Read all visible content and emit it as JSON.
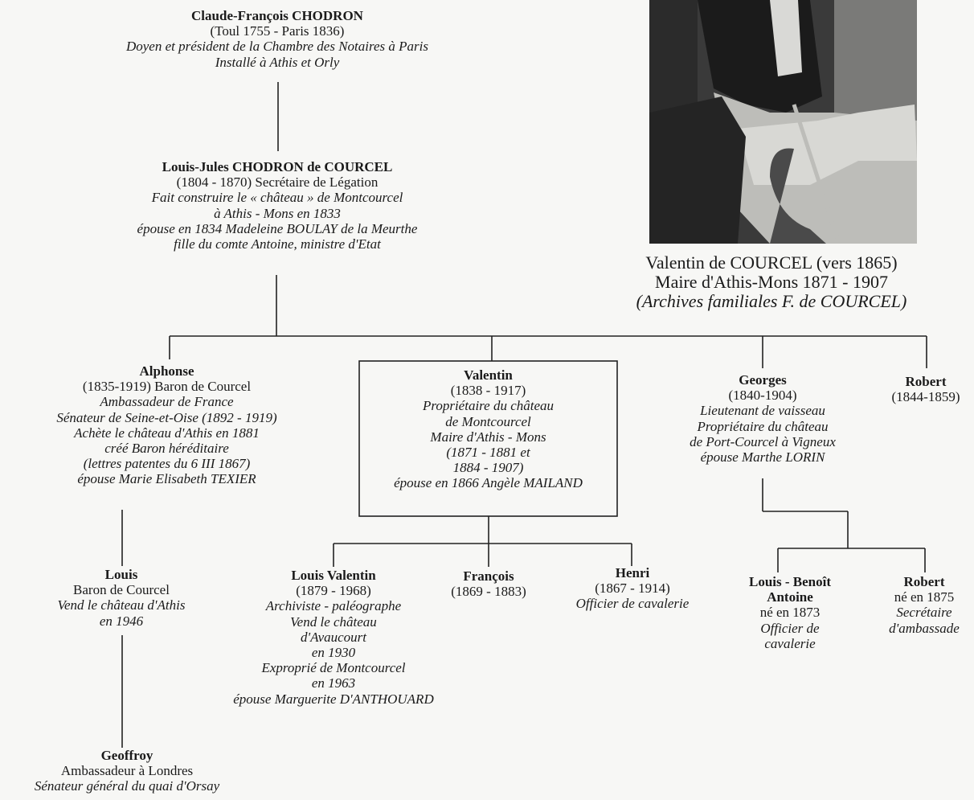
{
  "photo": {
    "caption_line1": "Valentin de COURCEL (vers 1865)",
    "caption_line2": "Maire d'Athis-Mons 1871 - 1907",
    "caption_line3": "(Archives familiales F. de COURCEL)"
  },
  "claude": {
    "name": "Claude-François CHODRON",
    "dates": "(Toul 1755 - Paris 1836)",
    "line1": "Doyen et président de la Chambre des Notaires à Paris",
    "line2": "Installé à Athis et Orly"
  },
  "louis_jules": {
    "name": "Louis-Jules CHODRON de COURCEL",
    "dates": "(1804 - 1870) Secrétaire de Légation",
    "line1": "Fait construire le « château » de Montcourcel",
    "line2": "à Athis - Mons en 1833",
    "line3": "épouse en 1834 Madeleine BOULAY de la Meurthe",
    "line4": "fille du comte Antoine, ministre d'Etat"
  },
  "alphonse": {
    "name": "Alphonse",
    "line1": "(1835-1919) Baron de Courcel",
    "line2": "Ambassadeur de France",
    "line3": "Sénateur de Seine-et-Oise (1892 - 1919)",
    "line4": "Achète le château d'Athis en 1881",
    "line5": "créé Baron héréditaire",
    "line6": "(lettres patentes du 6 III 1867)",
    "line7": "épouse Marie Elisabeth TEXIER"
  },
  "valentin": {
    "name": "Valentin",
    "dates": "(1838 - 1917)",
    "line1": "Propriétaire du château",
    "line2": "de Montcourcel",
    "line3": "Maire d'Athis - Mons",
    "line4": "(1871 - 1881 et",
    "line5": "1884 - 1907)",
    "line6": "épouse en 1866 Angèle MAILAND"
  },
  "georges": {
    "name": "Georges",
    "dates": "(1840-1904)",
    "line1": "Lieutenant de vaisseau",
    "line2": "Propriétaire du château",
    "line3": "de Port-Courcel à Vigneux",
    "line4": "épouse Marthe LORIN"
  },
  "robert1": {
    "name": "Robert",
    "dates": "(1844-1859)"
  },
  "louis": {
    "name": "Louis",
    "line1": "Baron de Courcel",
    "line2": "Vend le château d'Athis",
    "line3": "en 1946"
  },
  "geoffroy": {
    "name": "Geoffroy",
    "line1": "Ambassadeur à Londres",
    "line2": "Sénateur général du quai d'Orsay"
  },
  "louis_valentin": {
    "name": "Louis Valentin",
    "dates": "(1879 - 1968)",
    "line1": "Archiviste - paléographe",
    "line2": "Vend le château",
    "line3": "d'Avaucourt",
    "line4": "en 1930",
    "line5": "Exproprié de Montcourcel",
    "line6": "en 1963",
    "line7": "épouse Marguerite D'ANTHOUARD"
  },
  "francois": {
    "name": "François",
    "dates": "(1869 - 1883)"
  },
  "henri": {
    "name": "Henri",
    "dates": "(1867 - 1914)",
    "line1": "Officier de cavalerie"
  },
  "louis_benoit": {
    "name1": "Louis - Benoît",
    "name2": "Antoine",
    "line1": "né en 1873",
    "line2": "Officier de",
    "line3": "cavalerie"
  },
  "robert2": {
    "name": "Robert",
    "line1": "né en 1875",
    "line2": "Secrétaire",
    "line3": "d'ambassade"
  }
}
